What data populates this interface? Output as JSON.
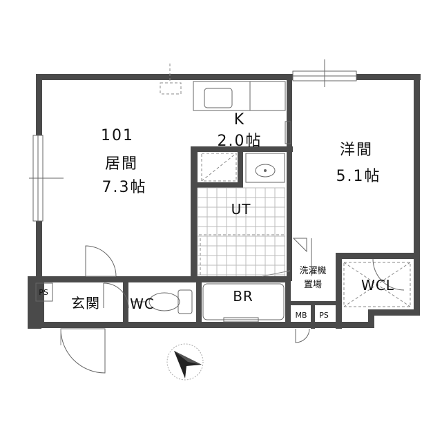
{
  "rooms": {
    "living": {
      "number": "101",
      "name": "居間",
      "size": "7.3帖"
    },
    "kitchen": {
      "name": "K",
      "size": "2.0帖"
    },
    "western": {
      "name": "洋間",
      "size": "5.1帖"
    },
    "utility": {
      "name": "UT"
    },
    "bath": {
      "name": "BR"
    },
    "toilet": {
      "name": "WC"
    },
    "entrance": {
      "name": "玄関"
    },
    "closet": {
      "name": "WCL"
    },
    "laundry": {
      "line1": "洗濯機",
      "line2": "置場"
    },
    "meter_box": {
      "name": "MB"
    },
    "pipe_space_left": {
      "name": "PS"
    },
    "pipe_space_right": {
      "name": "PS"
    }
  },
  "icons": {
    "compass": "north-arrow-icon"
  },
  "colors": {
    "wall": "#4a4a4a",
    "line": "#666666",
    "background": "#ffffff"
  }
}
